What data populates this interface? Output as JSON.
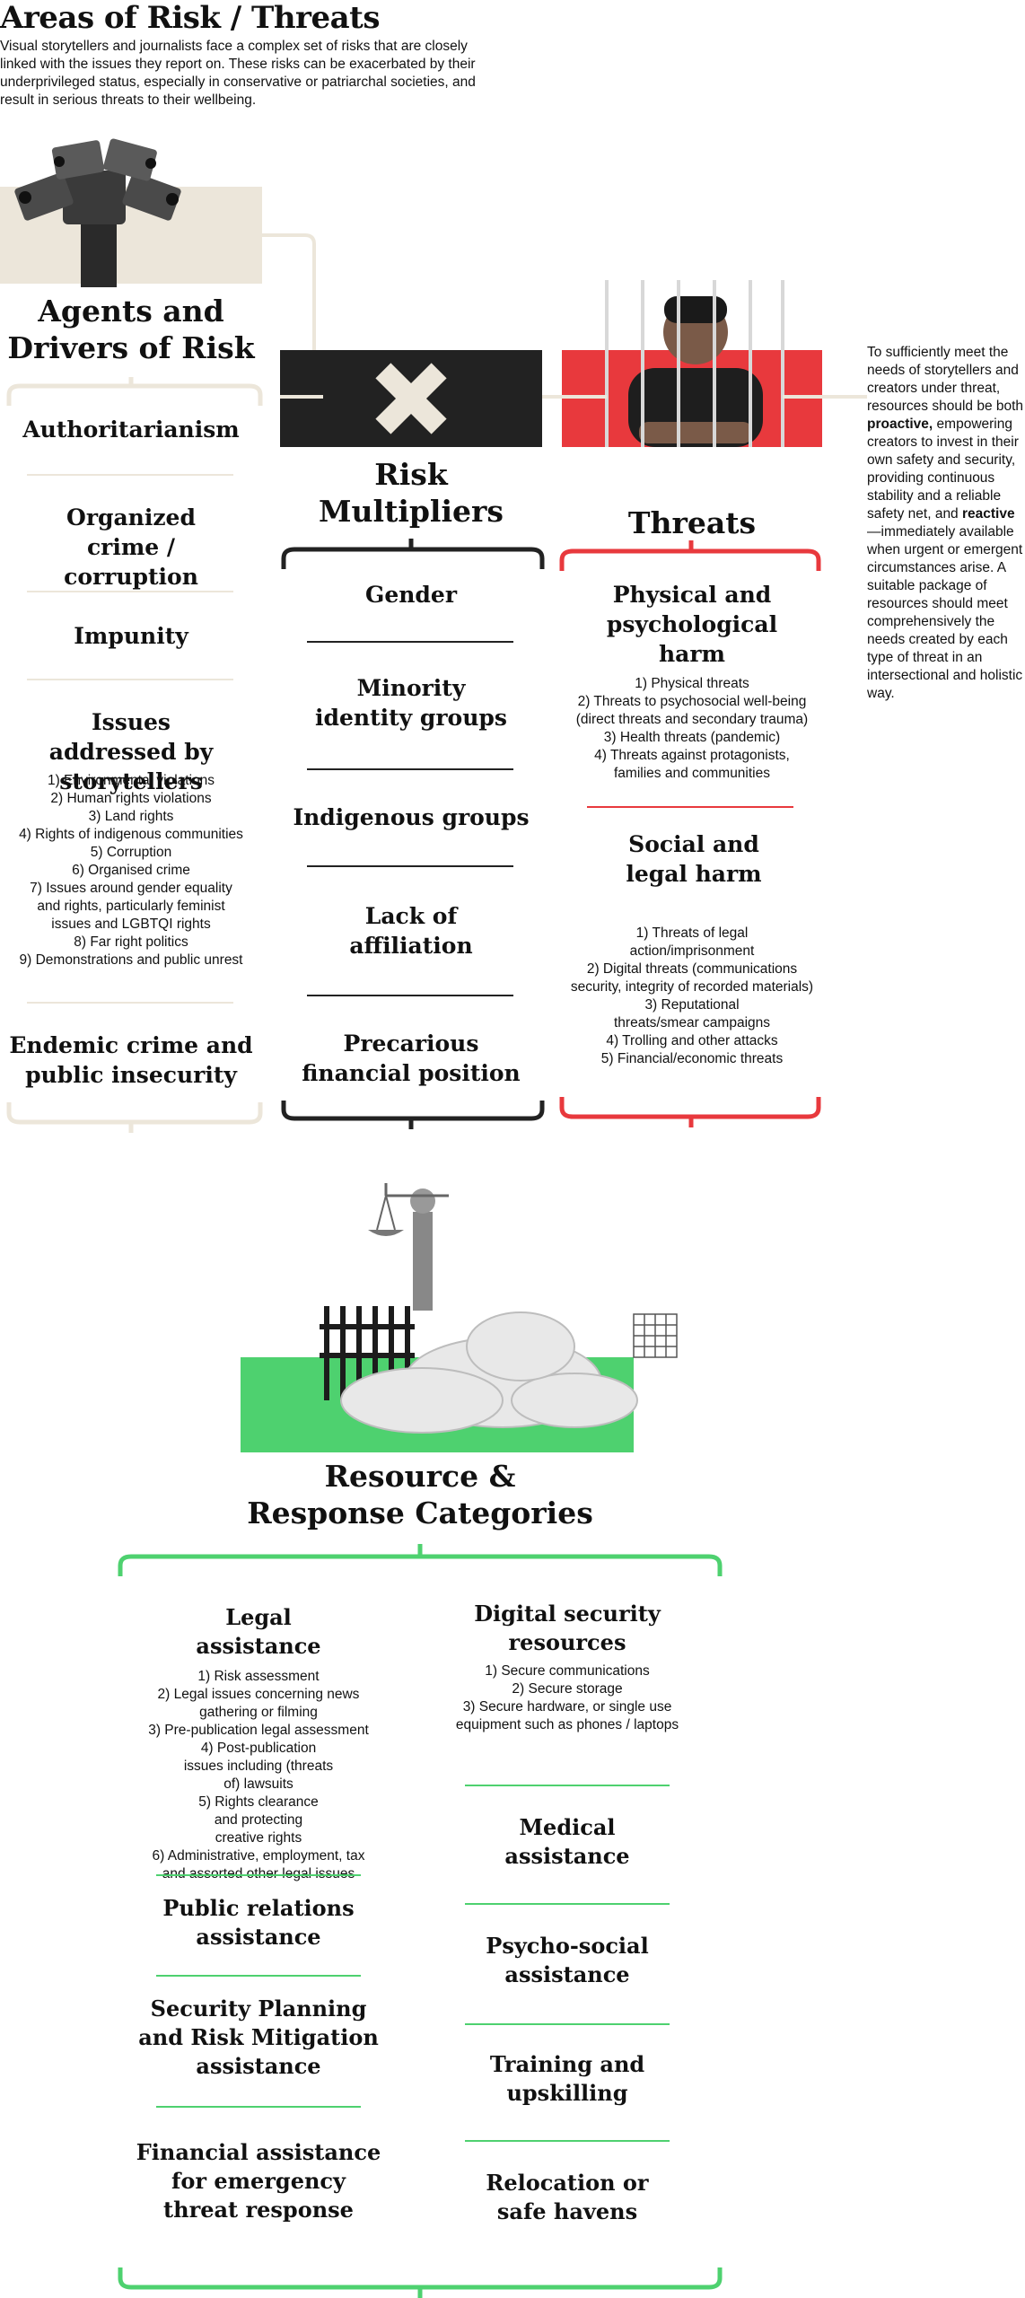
{
  "header": {
    "title": "Areas of Risk / Threats",
    "intro": "Visual storytellers and journalists face a complex set of risks that are closely linked with the issues they report on. These risks can be exacerbated by their underprivileged status, especially in conservative or patriarchal societies, and result in serious threats to their wellbeing."
  },
  "colors": {
    "beige": "#ece6da",
    "dark": "#222222",
    "red": "#e8393d",
    "green": "#4ed16f"
  },
  "agents": {
    "heading_l1": "Agents and",
    "heading_l2": "Drivers of Risk",
    "icon": "surveillance-cameras-icon",
    "items": [
      {
        "label": "Authoritarianism"
      },
      {
        "label": "Organized crime / corruption"
      },
      {
        "label": "Impunity"
      },
      {
        "label": "Issues addressed by storytellers"
      },
      {
        "label": "Endemic crime and public insecurity"
      }
    ],
    "issues_list": [
      "1) Environmental violations",
      "2) Human rights violations",
      "3) Land rights",
      "4) Rights of indigenous communities",
      "5) Corruption",
      "6) Organised crime",
      "7) Issues around gender equality and rights, particularly feminist issues and LGBTQI rights",
      "8) Far right politics",
      "9) Demonstrations and public unrest"
    ]
  },
  "multipliers": {
    "heading_l1": "Risk",
    "heading_l2": "Multipliers",
    "icon": "x-mark-icon",
    "items": [
      {
        "label": "Gender"
      },
      {
        "label": "Minority identity groups"
      },
      {
        "label": "Indigenous groups"
      },
      {
        "label": "Lack of affiliation"
      },
      {
        "label": "Precarious financial position"
      }
    ]
  },
  "threats": {
    "heading": "Threats",
    "icon": "person-behind-bars-icon",
    "physical": {
      "heading": "Physical and psychological harm",
      "items": [
        "1) Physical threats",
        "2) Threats to psychosocial well-being (direct threats and secondary trauma)",
        "3) Health threats (pandemic)",
        "4) Threats against protagonists, families and communities"
      ]
    },
    "social": {
      "heading": "Social and legal harm",
      "items": [
        "1) Threats of legal action/imprisonment",
        "2) Digital threats (communications security, integrity of recorded materials)",
        "3) Reputational threats/smear campaigns",
        "4) Trolling and other attacks",
        "5) Financial/economic threats"
      ]
    }
  },
  "side_note": {
    "part1": "To sufficiently meet the needs of storytellers and creators under threat, resources should be both ",
    "bold1": "proactive,",
    "part2": " empowering creators to invest in their own safety and security, providing continuous stability and a reliable safety net, and ",
    "bold2": "reactive",
    "part3": "—immediately available when urgent or emergent circumstances arise. A suitable package of resources should meet comprehensively the needs created by each type of threat in an intersectional and holistic way."
  },
  "resources": {
    "heading_l1": "Resource &",
    "heading_l2": "Response Categories",
    "icon": "lady-justice-icon",
    "left": {
      "legal": {
        "heading": "Legal assistance",
        "items": [
          "1) Risk assessment",
          "2) Legal issues concerning news gathering or filming",
          "3) Pre-publication legal assessment",
          "4) Post-publication issues including (threats of) lawsuits",
          "5) Rights clearance and protecting creative rights",
          "6) Administrative, employment, tax and assorted other legal issues"
        ]
      },
      "others": [
        {
          "label": "Public relations assistance"
        },
        {
          "label": "Security Planning and Risk Mitigation assistance"
        },
        {
          "label": "Financial assistance for emergency threat response"
        }
      ]
    },
    "right": {
      "digital": {
        "heading": "Digital security resources",
        "items": [
          "1) Secure communications",
          "2) Secure storage",
          "3) Secure hardware, or single use equipment such as phones / laptops"
        ]
      },
      "others": [
        {
          "label": "Medical assistance"
        },
        {
          "label": "Psycho-social assistance"
        },
        {
          "label": "Training and upskilling"
        },
        {
          "label": "Relocation or safe havens"
        }
      ]
    }
  }
}
